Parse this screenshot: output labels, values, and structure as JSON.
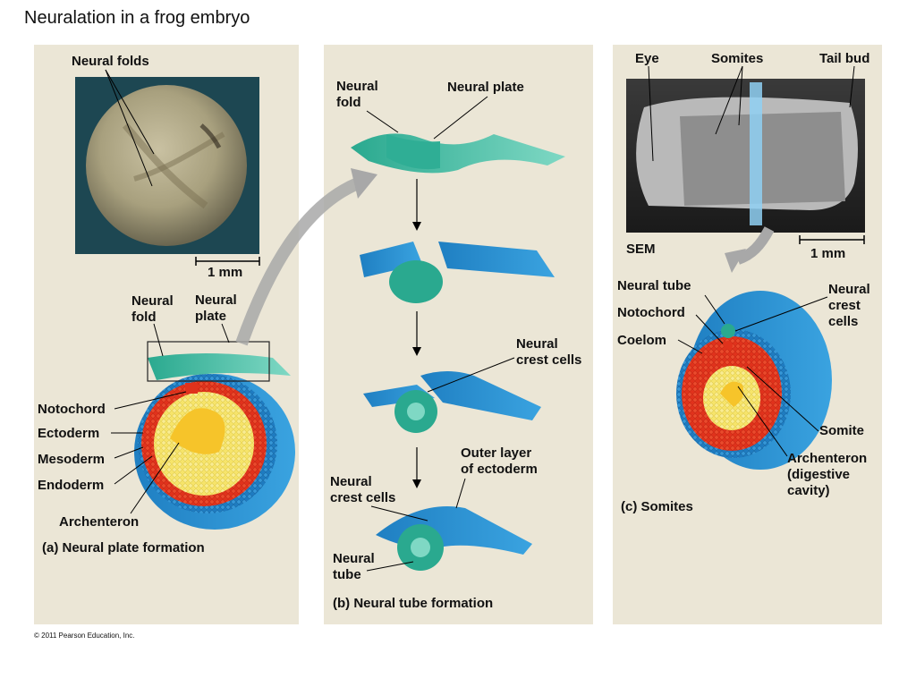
{
  "title": "Neuralation in a frog embryo",
  "copyright": "© 2011 Pearson Education, Inc.",
  "panel_a": {
    "caption": "(a) Neural plate formation",
    "photo_label": "Neural folds",
    "scale": "1 mm",
    "neural_fold": "Neural\nfold",
    "neural_plate": "Neural\nplate",
    "notochord": "Notochord",
    "ectoderm": "Ectoderm",
    "mesoderm": "Mesoderm",
    "endoderm": "Endoderm",
    "archenteron": "Archenteron"
  },
  "panel_b": {
    "caption": "(b) Neural tube formation",
    "neural_fold": "Neural\nfold",
    "neural_plate": "Neural plate",
    "neural_crest_1": "Neural\ncrest cells",
    "outer_layer": "Outer layer\nof ectoderm",
    "neural_crest_2": "Neural\ncrest cells",
    "neural_tube": "Neural\ntube"
  },
  "panel_c": {
    "caption": "(c) Somites",
    "eye": "Eye",
    "somites": "Somites",
    "tail_bud": "Tail bud",
    "sem": "SEM",
    "scale": "1 mm",
    "neural_tube": "Neural tube",
    "notochord": "Notochord",
    "coelom": "Coelom",
    "neural_crest": "Neural\ncrest\ncells",
    "somite": "Somite",
    "archenteron": "Archenteron\n(digestive\ncavity)"
  }
}
